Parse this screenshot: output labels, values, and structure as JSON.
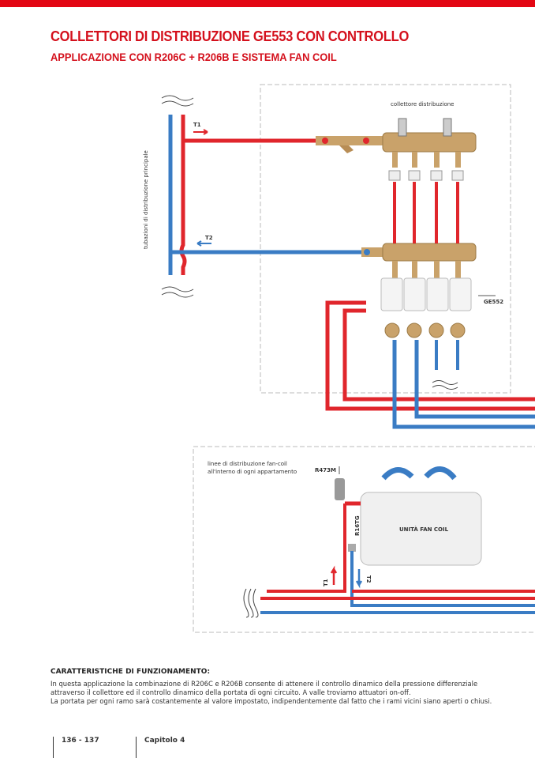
{
  "header": {
    "title": "COLLETTORI DI DISTRIBUZIONE GE553 CON CONTROLLO",
    "subtitle": "APPLICAZIONE CON R206C + R206B E SISTEMA FAN COIL"
  },
  "diagram_top": {
    "vertical_label": "tubazioni di distribuzione principale",
    "manifold_label": "collettore distribuzione",
    "t1": "T1",
    "t2": "T2",
    "ge552": "GE552"
  },
  "diagram_bottom": {
    "lines_label_1": "linee di distribuzione fan-coil",
    "lines_label_2": "all'interno di ogni appartamento",
    "r473m": "R473M",
    "r16tg": "R16TG",
    "fan_coil": "UNITÀ FAN COIL",
    "t1": "T1",
    "t2": "T2"
  },
  "colors": {
    "accent": "#e30613",
    "hot": "#e0262c",
    "cold": "#3a7cc4",
    "brass": "#c9a26a"
  },
  "section": {
    "heading": "CARATTERISTICHE DI FUNZIONAMENTO:",
    "paragraph_1": "In questa applicazione la combinazione di R206C e R206B consente di attenere il controllo dinamico della pressione differenziale attraverso il collettore ed il controllo dinamico della portata di ogni circuito. A valle troviamo attuatori on-off.",
    "paragraph_2": "La portata per ogni ramo sarà costantemente al valore impostato, indipendentemente dal fatto che i rami vicini siano aperti o chiusi."
  },
  "footer": {
    "pages": "136 - 137",
    "chapter": "Capitolo 4"
  }
}
